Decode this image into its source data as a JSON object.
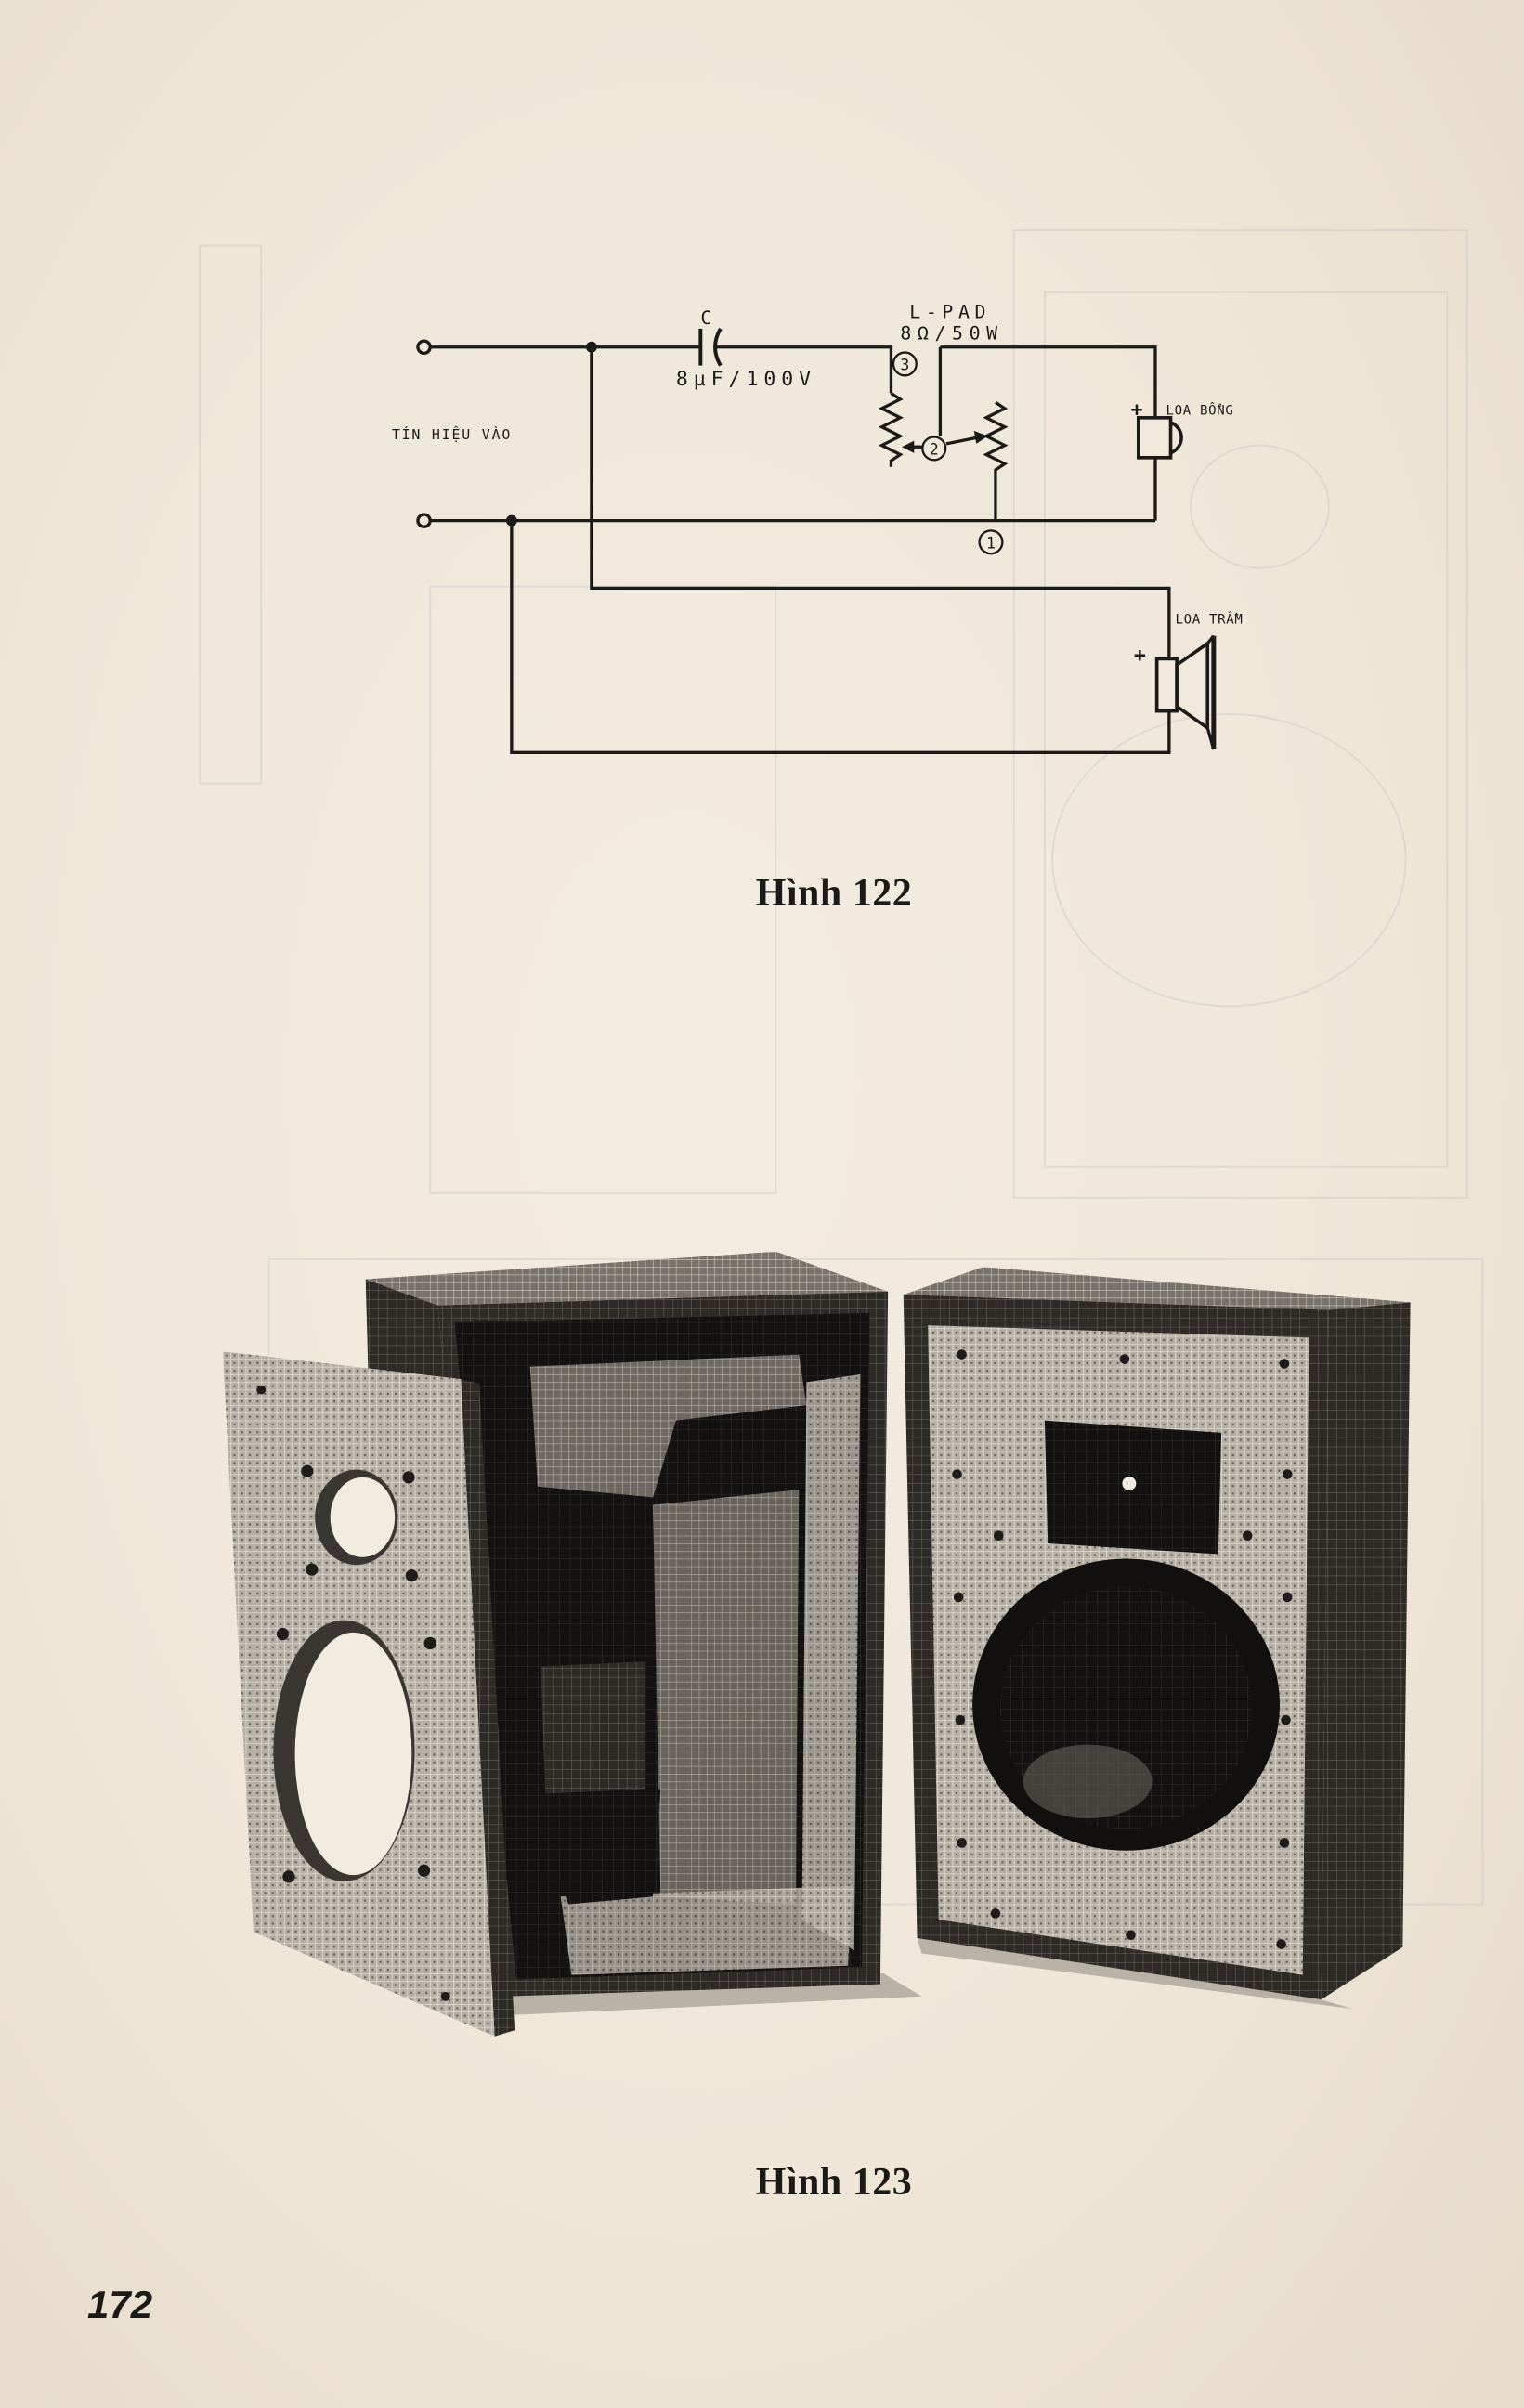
{
  "page": {
    "number": "172"
  },
  "figure_122": {
    "caption": "Hình 122",
    "input_label": "TÍN HIỆU VÀO",
    "capacitor": {
      "name": "C",
      "value": "8µF/100V"
    },
    "lpad": {
      "name": "L-PAD",
      "value": "8Ω/50W"
    },
    "nodes": [
      "1",
      "2",
      "3"
    ],
    "tweeter": {
      "label": "LOA BỔNG",
      "polarity": "+"
    },
    "woofer": {
      "label": "LOA TRẦM",
      "polarity": "+"
    }
  },
  "figure_123": {
    "caption": "Hình 123"
  },
  "colors": {
    "paper": "#efe7da",
    "ink": "#1c1a18"
  }
}
